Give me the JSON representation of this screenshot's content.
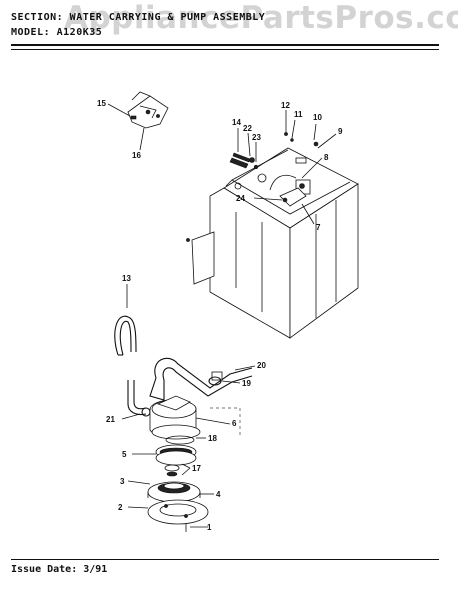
{
  "header": {
    "section_line": "SECTION: WATER CARRYING & PUMP ASSEMBLY",
    "model_line": "MODEL: A120K35"
  },
  "watermark": "AppliancePartsPros.com",
  "footer": {
    "issue_date": "Issue Date: 3/91"
  },
  "callouts": [
    "1",
    "2",
    "3",
    "4",
    "5",
    "6",
    "7",
    "8",
    "9",
    "10",
    "11",
    "12",
    "13",
    "14",
    "15",
    "16",
    "17",
    "18",
    "19",
    "20",
    "21",
    "22",
    "23",
    "24"
  ]
}
